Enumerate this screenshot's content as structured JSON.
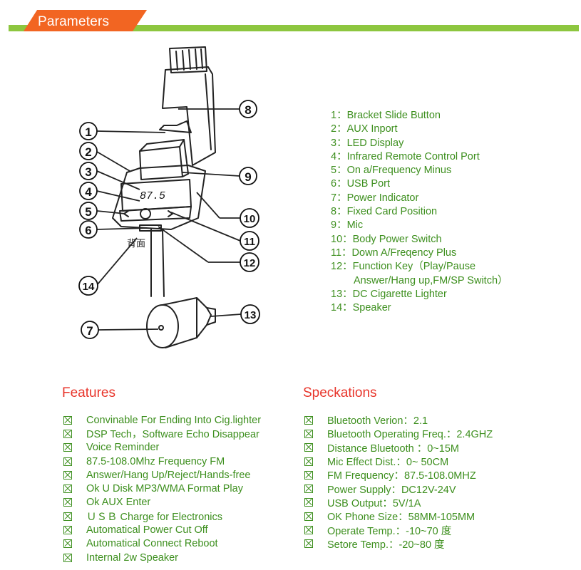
{
  "header": {
    "title": "Parameters",
    "accent_color": "#f26522",
    "line_color": "#8dc63f"
  },
  "diagram": {
    "display_value": "87.5",
    "back_label": "背面",
    "callouts": [
      "1",
      "2",
      "3",
      "4",
      "5",
      "6",
      "7",
      "8",
      "9",
      "10",
      "11",
      "12",
      "13",
      "14"
    ]
  },
  "legend": [
    {
      "text": "1：Bracket Slide Button"
    },
    {
      "text": "2：AUX Inport"
    },
    {
      "text": "3：LED Display"
    },
    {
      "text": "4：Infrared Remote Control Port"
    },
    {
      "text": "5：On a/Frequency Minus"
    },
    {
      "text": "6：USB Port"
    },
    {
      "text": "7：Power Indicator"
    },
    {
      "text": "8：Fixed Card Position"
    },
    {
      "text": "9：Mic"
    },
    {
      "text": "10：Body Power Switch"
    },
    {
      "text": "11：Down A/Freqency Plus"
    },
    {
      "text": "12：Function Key（Play/Pause"
    },
    {
      "text": "Answer/Hang up,FM/SP Switch）"
    },
    {
      "text": "13：DC Cigarette Lighter"
    },
    {
      "text": "14：Speaker"
    }
  ],
  "features": {
    "title": "Features",
    "items": [
      "Convinable For Ending Into Cig.lighter",
      "DSP Tech，Software Echo Disappear",
      "Voice Reminder",
      "87.5-108.0Mhz Frequency FM",
      "Answer/Hang Up/Reject/Hands-free",
      "Ok U Disk MP3/WMA Format Play",
      "Ok AUX Enter",
      "ＵＳＢ Charge for Electronics",
      "Automatical Power Cut Off",
      "Automatical Connect Reboot",
      "Internal 2w Speaker"
    ]
  },
  "specifications": {
    "title": "Speckations",
    "items": [
      "Bluetooth Verion：2.1",
      "Bluetooth Operating Freq.：2.4GHZ",
      "Distance Bluetooth  ：0~15M",
      "Mic Effect Dist.：0~ 50CM",
      "FM Frequency：87.5-108.0MHZ",
      "Power Supply：DC12V-24V",
      "USB Output：5V/1A",
      "OK Phone Size：58MM-105MM",
      "Operate Temp.：-10~70 度",
      "Setore Temp.：-20~80 度"
    ]
  }
}
